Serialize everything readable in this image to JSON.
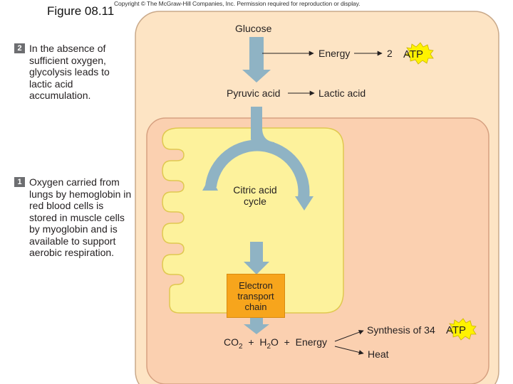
{
  "figure_label": "Figure 08.11",
  "copyright": "Copyright © The McGraw-Hill Companies, Inc. Permission required for reproduction or display.",
  "steps": [
    {
      "number": "2",
      "text": "In the absence of sufficient oxygen, glycolysis leads to lactic acid accumulation."
    },
    {
      "number": "1",
      "text": "Oxygen carried from lungs by hemoglobin in red blood cells is stored in muscle cells by myoglobin and is available to support aerobic respiration."
    }
  ],
  "diagram": {
    "glucose": "Glucose",
    "energy": "Energy",
    "atp_count_glycolysis": "2",
    "atp": "ATP",
    "pyruvic_acid": "Pyruvic acid",
    "lactic_acid": "Lactic acid",
    "citric_acid_cycle": "Citric acid cycle",
    "electron_transport_chain": "Electron transport chain",
    "products": {
      "co2": "CO",
      "co2_sub": "2",
      "plus1": "+",
      "h2o_h": "H",
      "h2o_sub": "2",
      "h2o_o": "O",
      "plus2": "+",
      "energy": "Energy"
    },
    "synthesis": "Synthesis of 34",
    "heat": "Heat"
  },
  "colors": {
    "cell": "#fde4c4",
    "mitochondrion_outer": "#fbd0b0",
    "matrix": "#fdf29c",
    "flow_arrow": "#8fb3c4",
    "etc_box": "#f7a51c",
    "atp_burst": "#fff200"
  }
}
